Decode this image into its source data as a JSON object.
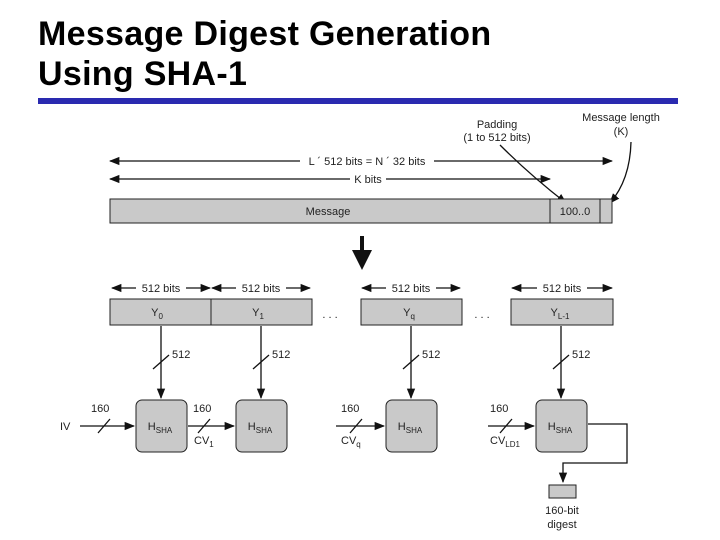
{
  "slide": {
    "title_line1": "Message Digest Generation",
    "title_line2": "Using SHA-1"
  },
  "colors": {
    "title_rule": "#2a2ab0",
    "block_fill": "#c9c9c9",
    "hbox_fill": "#c9c9c9"
  },
  "top": {
    "padding_label_1": "Padding",
    "padding_label_2": "(1 to 512 bits)",
    "msglen_label_1": "Message length",
    "msglen_label_2": "(K)",
    "total_span": "L ´ 512 bits = N ´ 32 bits",
    "k_span": "K bits",
    "message": "Message",
    "pad_value": "100..0"
  },
  "blocks": {
    "span_label": "512 bits",
    "y0": "Y",
    "y0_sub": "0",
    "y1": "Y",
    "y1_sub": "1",
    "yq": "Y",
    "yq_sub": "q",
    "yl": "Y",
    "yl_sub": "L-1",
    "ellipsis": ". . ."
  },
  "compress": {
    "input_width": "512",
    "chain_width": "160",
    "iv": "IV",
    "h": "H",
    "h_sub": "SHA",
    "cv1": "CV",
    "cv1_sub": "1",
    "cvq": "CV",
    "cvq_sub": "q",
    "cvl": "CV",
    "cvl_sub": "LD1"
  },
  "output": {
    "digest_1": "160-bit",
    "digest_2": "digest"
  }
}
